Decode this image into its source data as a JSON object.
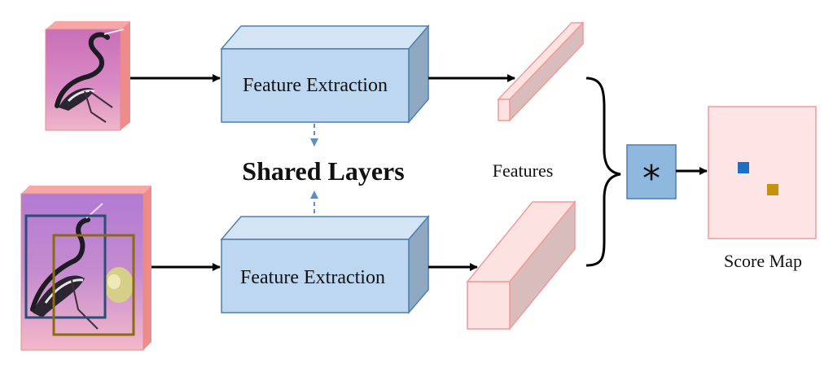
{
  "diagram": {
    "top_branch": {
      "block_label": "Feature Extraction"
    },
    "bottom_branch": {
      "block_label": "Feature Extraction"
    },
    "shared_label": "Shared Layers",
    "features_label": "Features",
    "operator_symbol": "*",
    "output_label": "Score Map"
  },
  "colors": {
    "block_front": "#bcd7ef",
    "block_top": "#d3e5f5",
    "block_side": "#8fa9c3",
    "block_stroke": "#4f7fae",
    "feature_fill": "#fde2e2",
    "feature_side": "#d9bcbc",
    "feature_stroke": "#f19a9a",
    "operator_fill": "#8fb8de",
    "dashed_arrow": "#5a8fc6",
    "bbox_blue": "#2a4e78",
    "bbox_gold": "#8c6a12",
    "marker_blue": "#1f6fc0",
    "marker_gold": "#c8900f"
  }
}
